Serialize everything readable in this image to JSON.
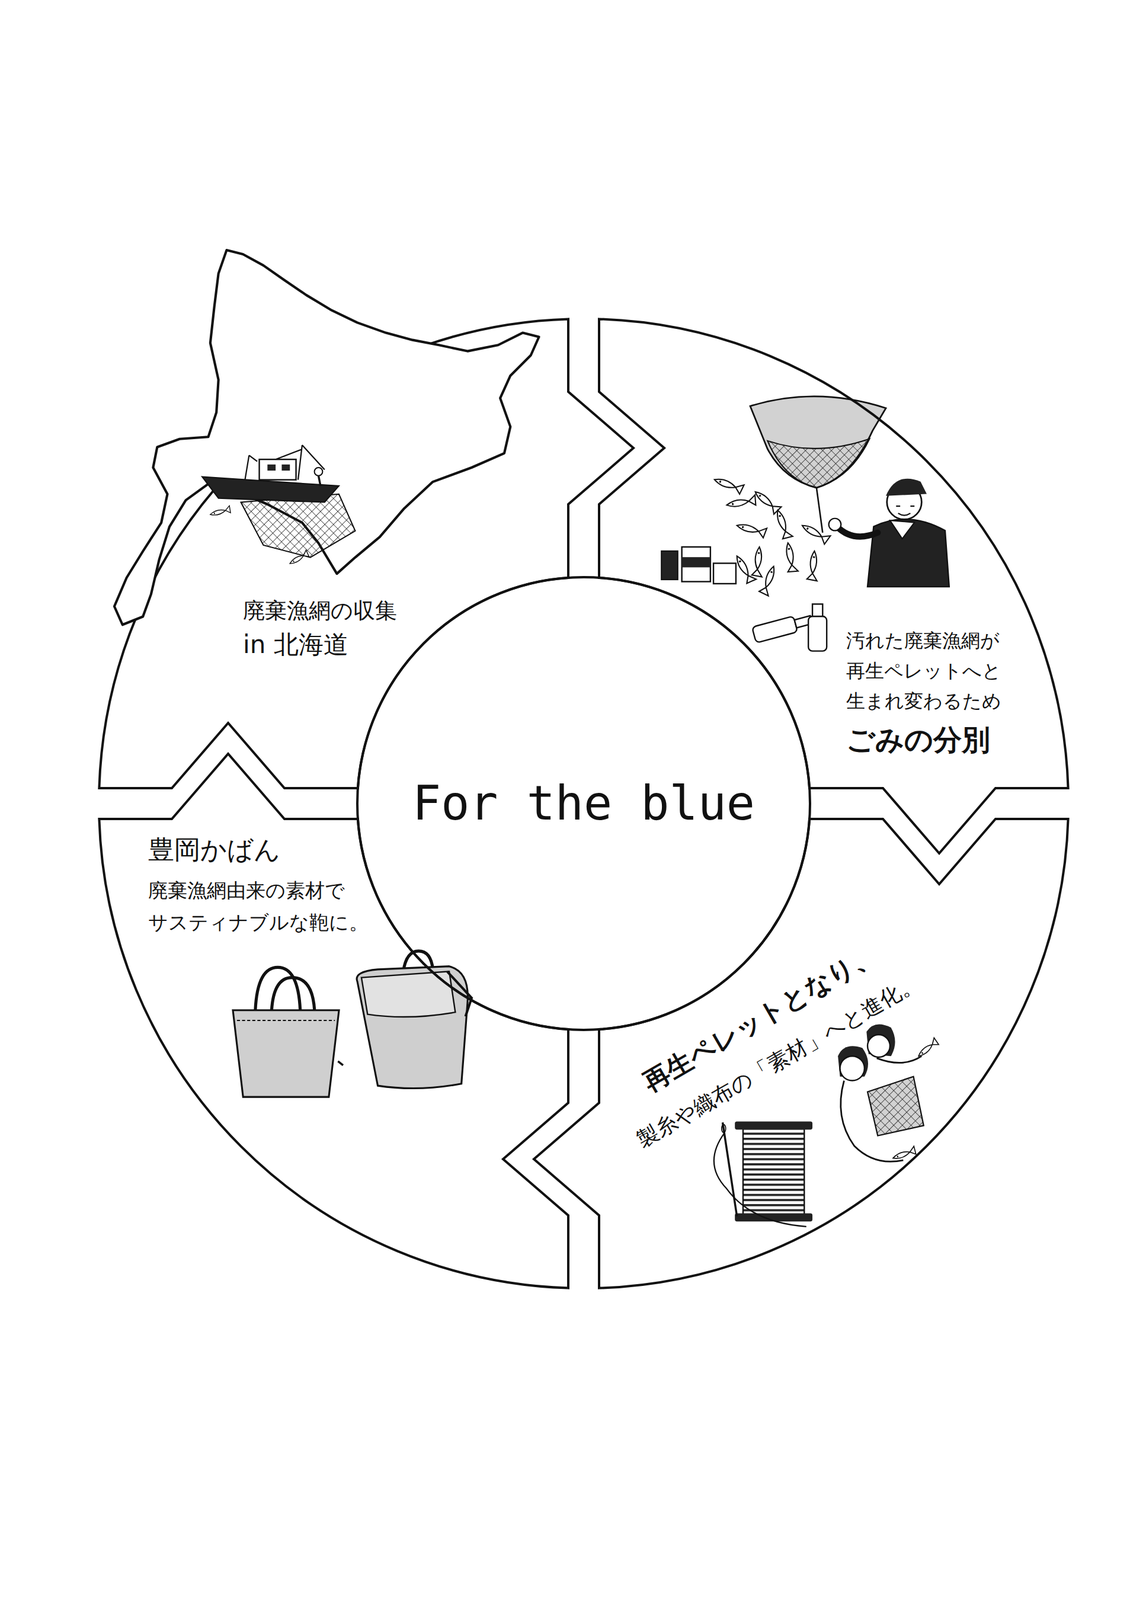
{
  "diagram": {
    "nodes": [
      {
        "text": [
          "廃棄漁網の収集",
          "in 北海道"
        ]
      },
      {
        "text": [
          "汚れた廃棄漁網が 再生ペレットへと 生まれ変わるため",
          "ごみの分別"
        ]
      },
      {
        "text": [
          "再生ペレットとなり、",
          "製糸や織布の「素材」へと進化。"
        ]
      },
      {
        "text": [
          "豊岡かばん",
          "廃棄漁網由来の素材で サスティナブルな鞄に。"
        ]
      },
      {
        "text": [
          "For the blue"
        ]
      }
    ]
  }
}
